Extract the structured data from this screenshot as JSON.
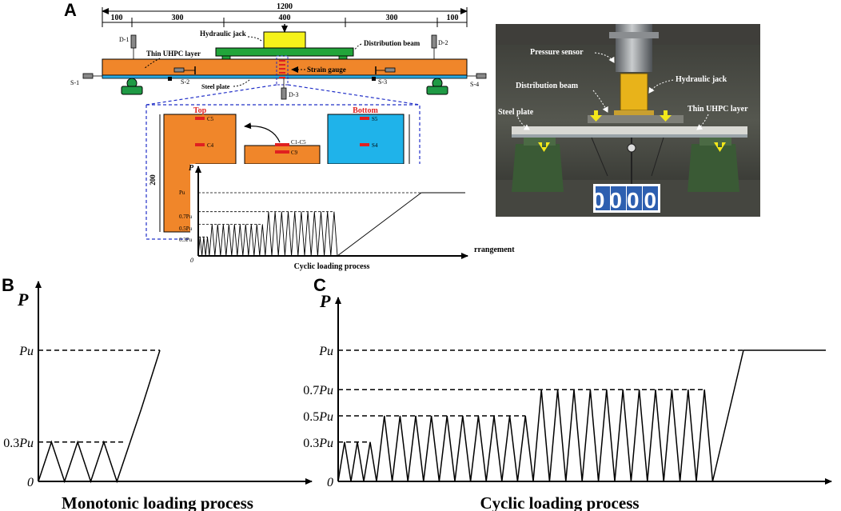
{
  "panel_labels": {
    "a": "A",
    "b": "B",
    "c": "C"
  },
  "dimensions": {
    "total": "1200",
    "segments": [
      "100",
      "300",
      "400",
      "300",
      "100"
    ]
  },
  "setup_labels": {
    "hydraulic_jack": "Hydraulic jack",
    "distribution_beam": "Distribution beam",
    "thin_uhpc_layer": "Thin UHPC layer",
    "strain_gauge": "Strain gauge",
    "steel_plate": "Steel plate",
    "d1": "D-1",
    "d2": "D-2",
    "d3": "D-3",
    "s1": "S-1",
    "s2": "S-2",
    "s3": "S-3",
    "s4": "S-4"
  },
  "section_labels": {
    "top": "Top",
    "bottom": "Bottom",
    "c5": "C5",
    "c4": "C4",
    "c1c5": "C1-C5",
    "c9": "C9",
    "s5": "S5",
    "s4": "S4",
    "height": "200"
  },
  "small_plot": {
    "p_axis": "P",
    "origin": "0",
    "levels": [
      "Pu",
      "0.7Pu",
      "0.5Pu",
      "0.3Pu"
    ],
    "xlabel": "Cyclic loading process",
    "overflow_text": "rrangement"
  },
  "photo_labels": {
    "pressure_sensor": "Pressure sensor",
    "distribution_beam": "Distribution beam",
    "hydraulic_jack": "Hydraulic jack",
    "steel_plate": "Steel plate",
    "thin_uhpc_layer": "Thin UHPC layer",
    "display": "0000"
  },
  "chart_data": [
    {
      "type": "line",
      "title": "",
      "ylabel": "P",
      "xlabel": "Monotonic loading process",
      "y_ticks": [
        "0",
        "0.3Pu",
        "Pu"
      ],
      "y_tick_values": [
        0,
        0.3,
        1.0
      ],
      "series": [
        {
          "x": [
            0,
            0.14,
            0.28,
            0.42,
            0.56,
            0.7,
            0.84,
            1.1,
            1.3
          ],
          "y": [
            0,
            0.3,
            0,
            0.3,
            0,
            0.3,
            0,
            0.55,
            1.0
          ]
        }
      ],
      "reference_lines": [
        0.3,
        1.0
      ]
    },
    {
      "type": "line",
      "title": "",
      "ylabel": "P",
      "xlabel": "Cyclic loading process",
      "y_ticks": [
        "0",
        "0.3Pu",
        "0.5Pu",
        "0.7Pu",
        "Pu"
      ],
      "y_tick_values": [
        0,
        0.3,
        0.5,
        0.7,
        1.0
      ],
      "cycles": [
        {
          "level": 0.3,
          "count": 3
        },
        {
          "level": 0.5,
          "count": 10
        },
        {
          "level": 0.7,
          "count": 11
        }
      ],
      "final_peak": 1.0,
      "reference_lines": [
        0.3,
        0.5,
        0.7,
        1.0
      ]
    }
  ]
}
